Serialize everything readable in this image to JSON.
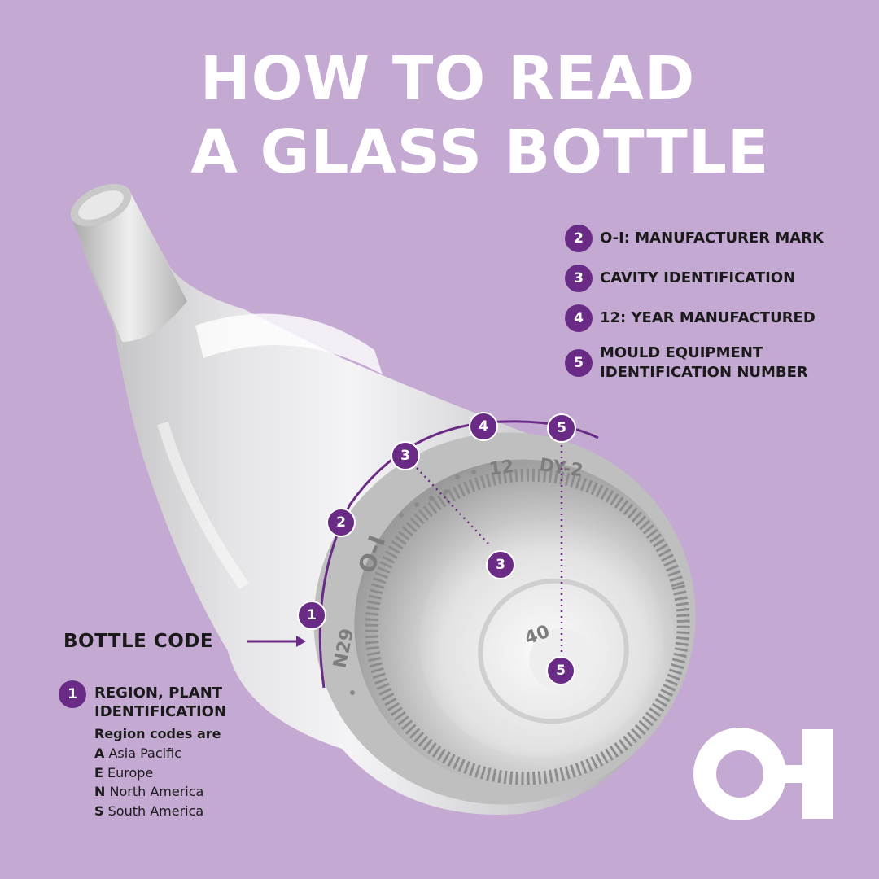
{
  "title": {
    "line1": "HOW TO READ",
    "line2": "A GLASS BOTTLE"
  },
  "legend": [
    {
      "number": "2",
      "text": "O-I: MANUFACTURER MARK"
    },
    {
      "number": "3",
      "text": "CAVITY IDENTIFICATION"
    },
    {
      "number": "4",
      "text": "12: YEAR MANUFACTURED"
    },
    {
      "number": "5",
      "text": "MOULD EQUIPMENT\nIDENTIFICATION NUMBER"
    }
  ],
  "callouts": {
    "c1": "1",
    "c2": "2",
    "c3a": "3",
    "c3b": "3",
    "c4": "4",
    "c5a": "5",
    "c5b": "5"
  },
  "embossing": {
    "region": "N29",
    "manufacturer": "O-I",
    "year": "12",
    "mould": "DY-2",
    "cavity": "40"
  },
  "bottle_code_label": "BOTTLE CODE",
  "region": {
    "number": "1",
    "heading_line1": "REGION, PLANT",
    "heading_line2": "IDENTIFICATION",
    "sub": "Region codes are",
    "codes": [
      {
        "letter": "A",
        "name": "Asia Pacific"
      },
      {
        "letter": "E",
        "name": "Europe"
      },
      {
        "letter": "N",
        "name": "North America"
      },
      {
        "letter": "S",
        "name": "South America"
      }
    ]
  },
  "colors": {
    "background": "#c4a9d3",
    "accent": "#6a2b86",
    "text": "#1a1a1a",
    "white": "#ffffff"
  },
  "icons": {
    "logo": "o-i-logo",
    "arrow": "arrow-right-icon"
  }
}
